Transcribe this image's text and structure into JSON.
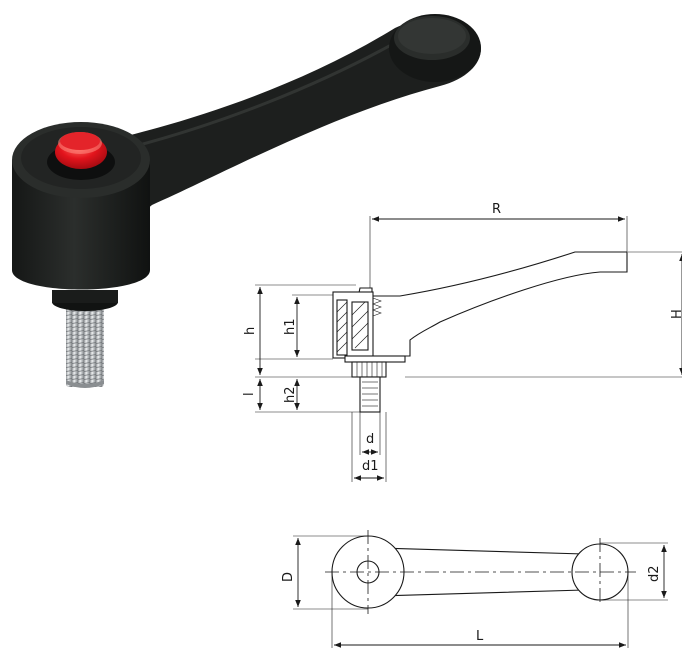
{
  "dimension_labels": {
    "R": "R",
    "H": "H",
    "h": "h",
    "h1": "h1",
    "l": "l",
    "h2": "h2",
    "d": "d",
    "d1": "d1",
    "D": "D",
    "d2": "d2",
    "L": "L"
  },
  "colors": {
    "handle": "#1b1d1c",
    "button": "#d8121b",
    "thread": "#c9ccce",
    "line": "#1a1a1a"
  }
}
